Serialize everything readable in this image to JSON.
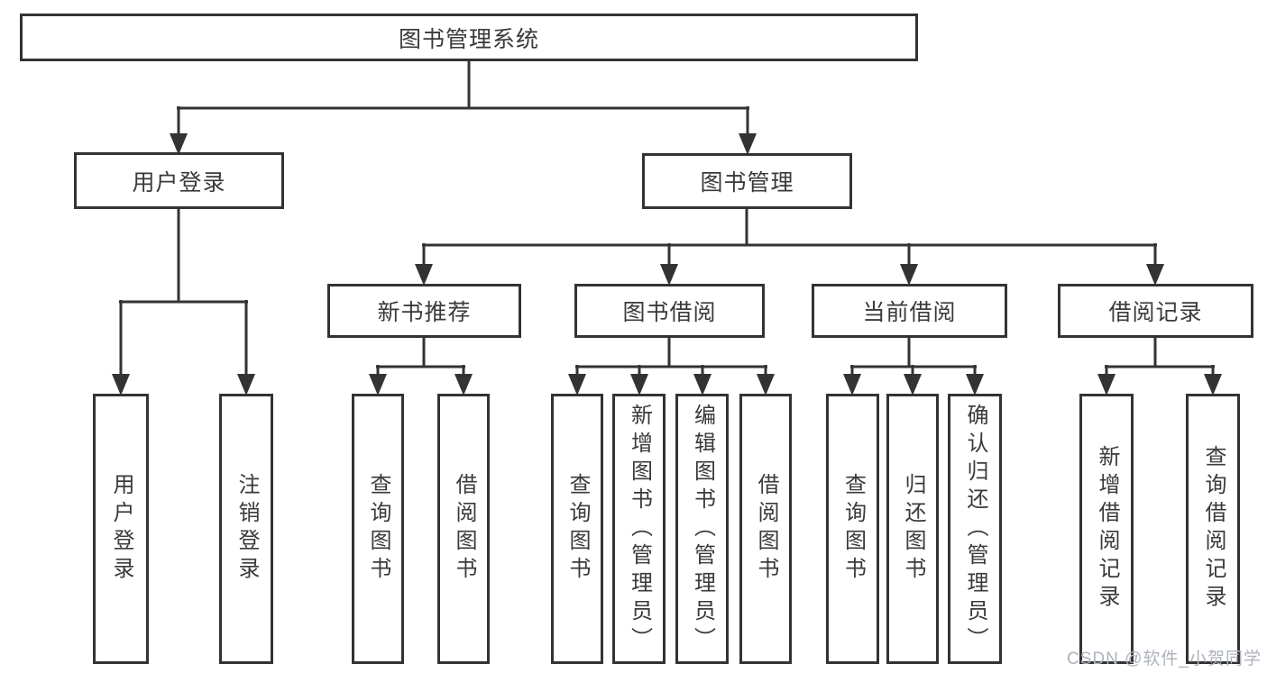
{
  "tree": {
    "root": {
      "label": "图书管理系统",
      "children": [
        {
          "label": "用户登录",
          "children": [
            {
              "label": "用户登录"
            },
            {
              "label": "注销登录"
            }
          ]
        },
        {
          "label": "图书管理",
          "children": [
            {
              "label": "新书推荐",
              "children": [
                {
                  "label": "查询图书"
                },
                {
                  "label": "借阅图书"
                }
              ]
            },
            {
              "label": "图书借阅",
              "children": [
                {
                  "label": "查询图书"
                },
                {
                  "label": "新增图书（管理员）"
                },
                {
                  "label": "编辑图书（管理员）"
                },
                {
                  "label": "借阅图书"
                }
              ]
            },
            {
              "label": "当前借阅",
              "children": [
                {
                  "label": "查询图书"
                },
                {
                  "label": "归还图书"
                },
                {
                  "label": "确认归还（管理员）"
                }
              ]
            },
            {
              "label": "借阅记录",
              "children": [
                {
                  "label": "新增借阅记录"
                },
                {
                  "label": "查询借阅记录"
                }
              ]
            }
          ]
        }
      ]
    }
  },
  "watermark": "CSDN @软件_小贺同学",
  "colors": {
    "line": "#333333",
    "text": "#3a3a3a",
    "watermark": "#adb2bc",
    "background": "#ffffff"
  }
}
